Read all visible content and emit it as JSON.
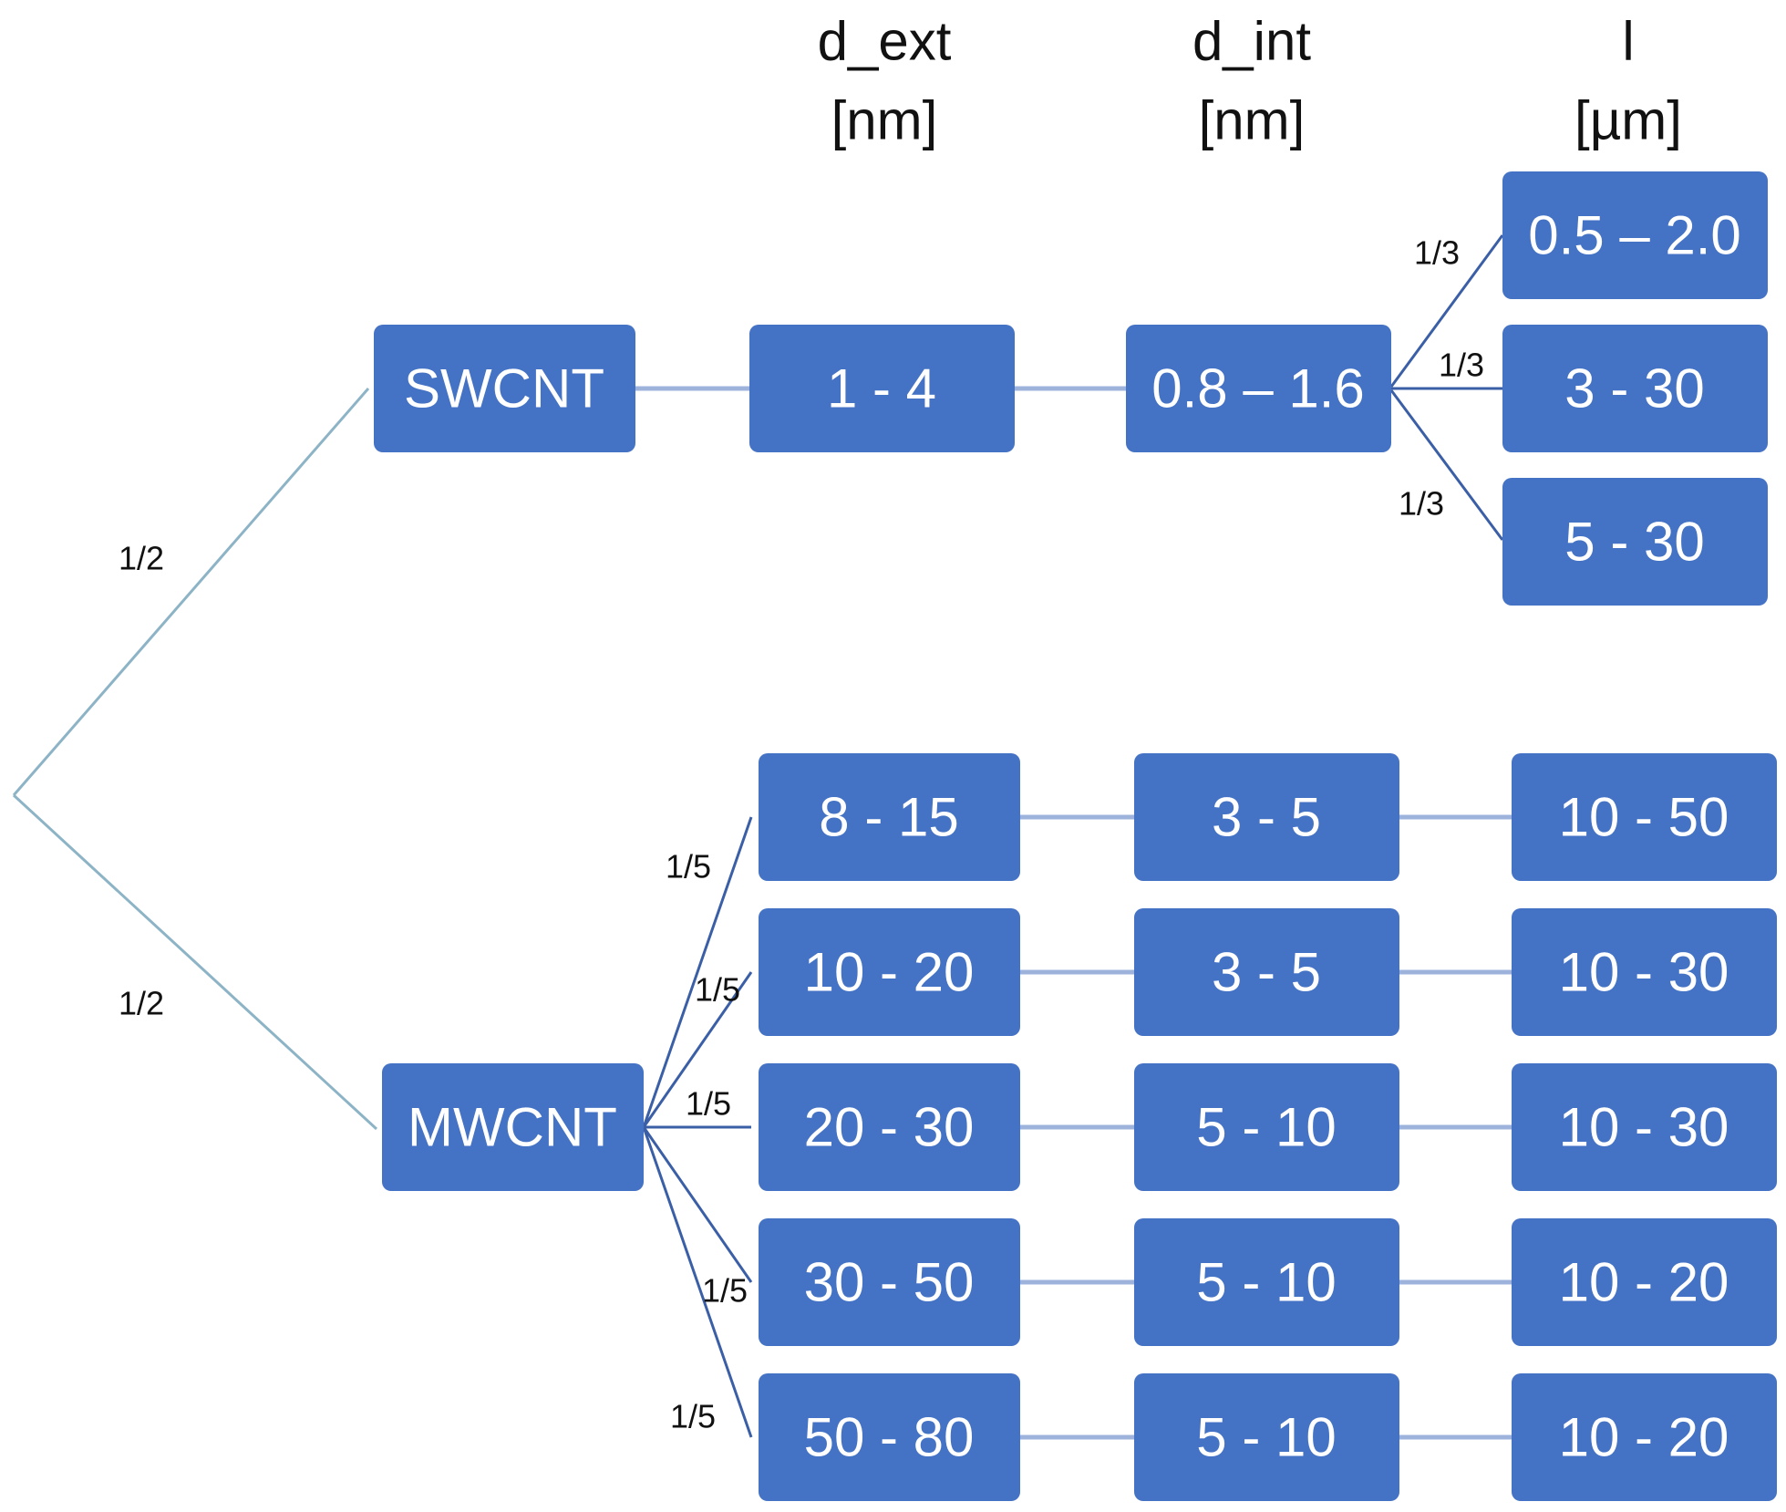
{
  "colors": {
    "box": "#4472C4",
    "box_text": "#FFFFFF",
    "root_edge": "#8DB4C6",
    "branch_edge": "#3B5FA6",
    "link_edge": "#9DB3DC"
  },
  "headers": {
    "d_ext": {
      "line1": "d_ext",
      "line2": "[nm]"
    },
    "d_int": {
      "line1": "d_int",
      "line2": "[nm]"
    },
    "l": {
      "line1": "l",
      "line2": "[µm]"
    }
  },
  "root_probabilities": {
    "swcnt": "1/2",
    "mwcnt": "1/2"
  },
  "swcnt": {
    "label": "SWCNT",
    "d_ext": "1 - 4",
    "d_int": "0.8 – 1.6",
    "lengths": [
      {
        "prob": "1/3",
        "value": "0.5 – 2.0"
      },
      {
        "prob": "1/3",
        "value": "3 - 30"
      },
      {
        "prob": "1/3",
        "value": "5 - 30"
      }
    ]
  },
  "mwcnt": {
    "label": "MWCNT",
    "rows": [
      {
        "prob": "1/5",
        "d_ext": "8 - 15",
        "d_int": "3 - 5",
        "l": "10 - 50"
      },
      {
        "prob": "1/5",
        "d_ext": "10 - 20",
        "d_int": "3 - 5",
        "l": "10 - 30"
      },
      {
        "prob": "1/5",
        "d_ext": "20 - 30",
        "d_int": "5 - 10",
        "l": "10 - 30"
      },
      {
        "prob": "1/5",
        "d_ext": "30 - 50",
        "d_int": "5 - 10",
        "l": "10 - 20"
      },
      {
        "prob": "1/5",
        "d_ext": "50 - 80",
        "d_int": "5 - 10",
        "l": "10 - 20"
      }
    ]
  }
}
